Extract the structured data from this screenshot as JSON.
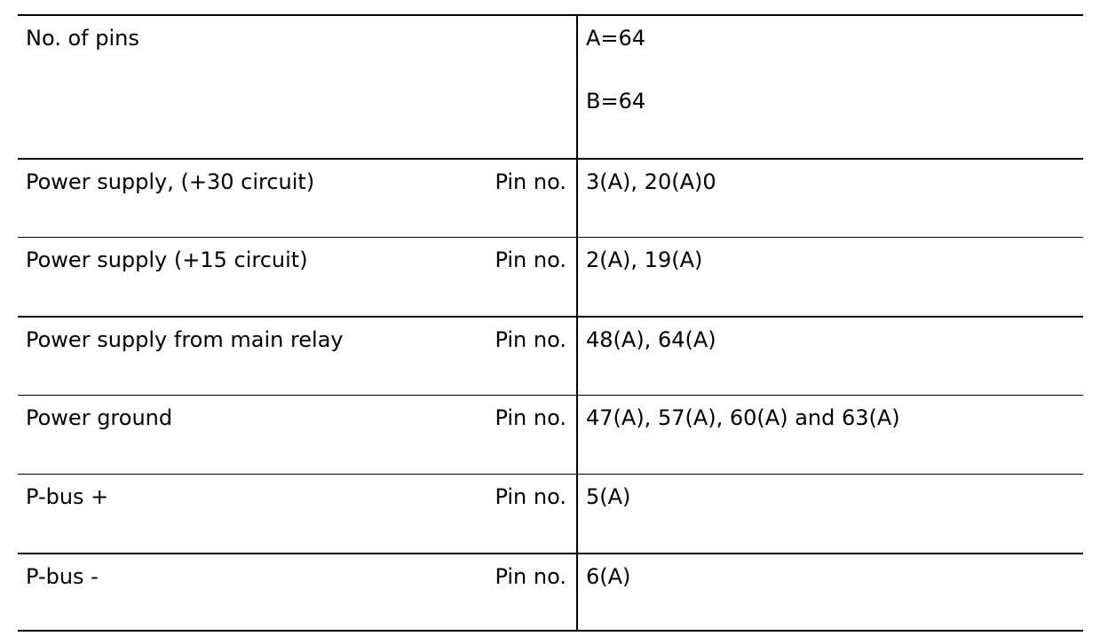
{
  "rows": [
    {
      "label": "No. of pins",
      "pin_label": "",
      "values": [
        "A=64",
        "B=64"
      ]
    },
    {
      "label": "Power supply, (+30 circuit)",
      "pin_label": "Pin no.",
      "values": [
        "3(A), 20(A)0"
      ]
    },
    {
      "label": "Power supply (+15 circuit)",
      "pin_label": "Pin no.",
      "values": [
        "2(A), 19(A)"
      ]
    },
    {
      "label": "Power supply from main relay",
      "pin_label": "Pin no.",
      "values": [
        "48(A), 64(A)"
      ]
    },
    {
      "label": "Power ground",
      "pin_label": "Pin no.",
      "values": [
        "47(A), 57(A), 60(A) and 63(A)"
      ]
    },
    {
      "label": "P-bus +",
      "pin_label": "Pin no.",
      "values": [
        "5(A)"
      ]
    },
    {
      "label": "P-bus -",
      "pin_label": "Pin no.",
      "values": [
        "6(A)"
      ]
    }
  ]
}
